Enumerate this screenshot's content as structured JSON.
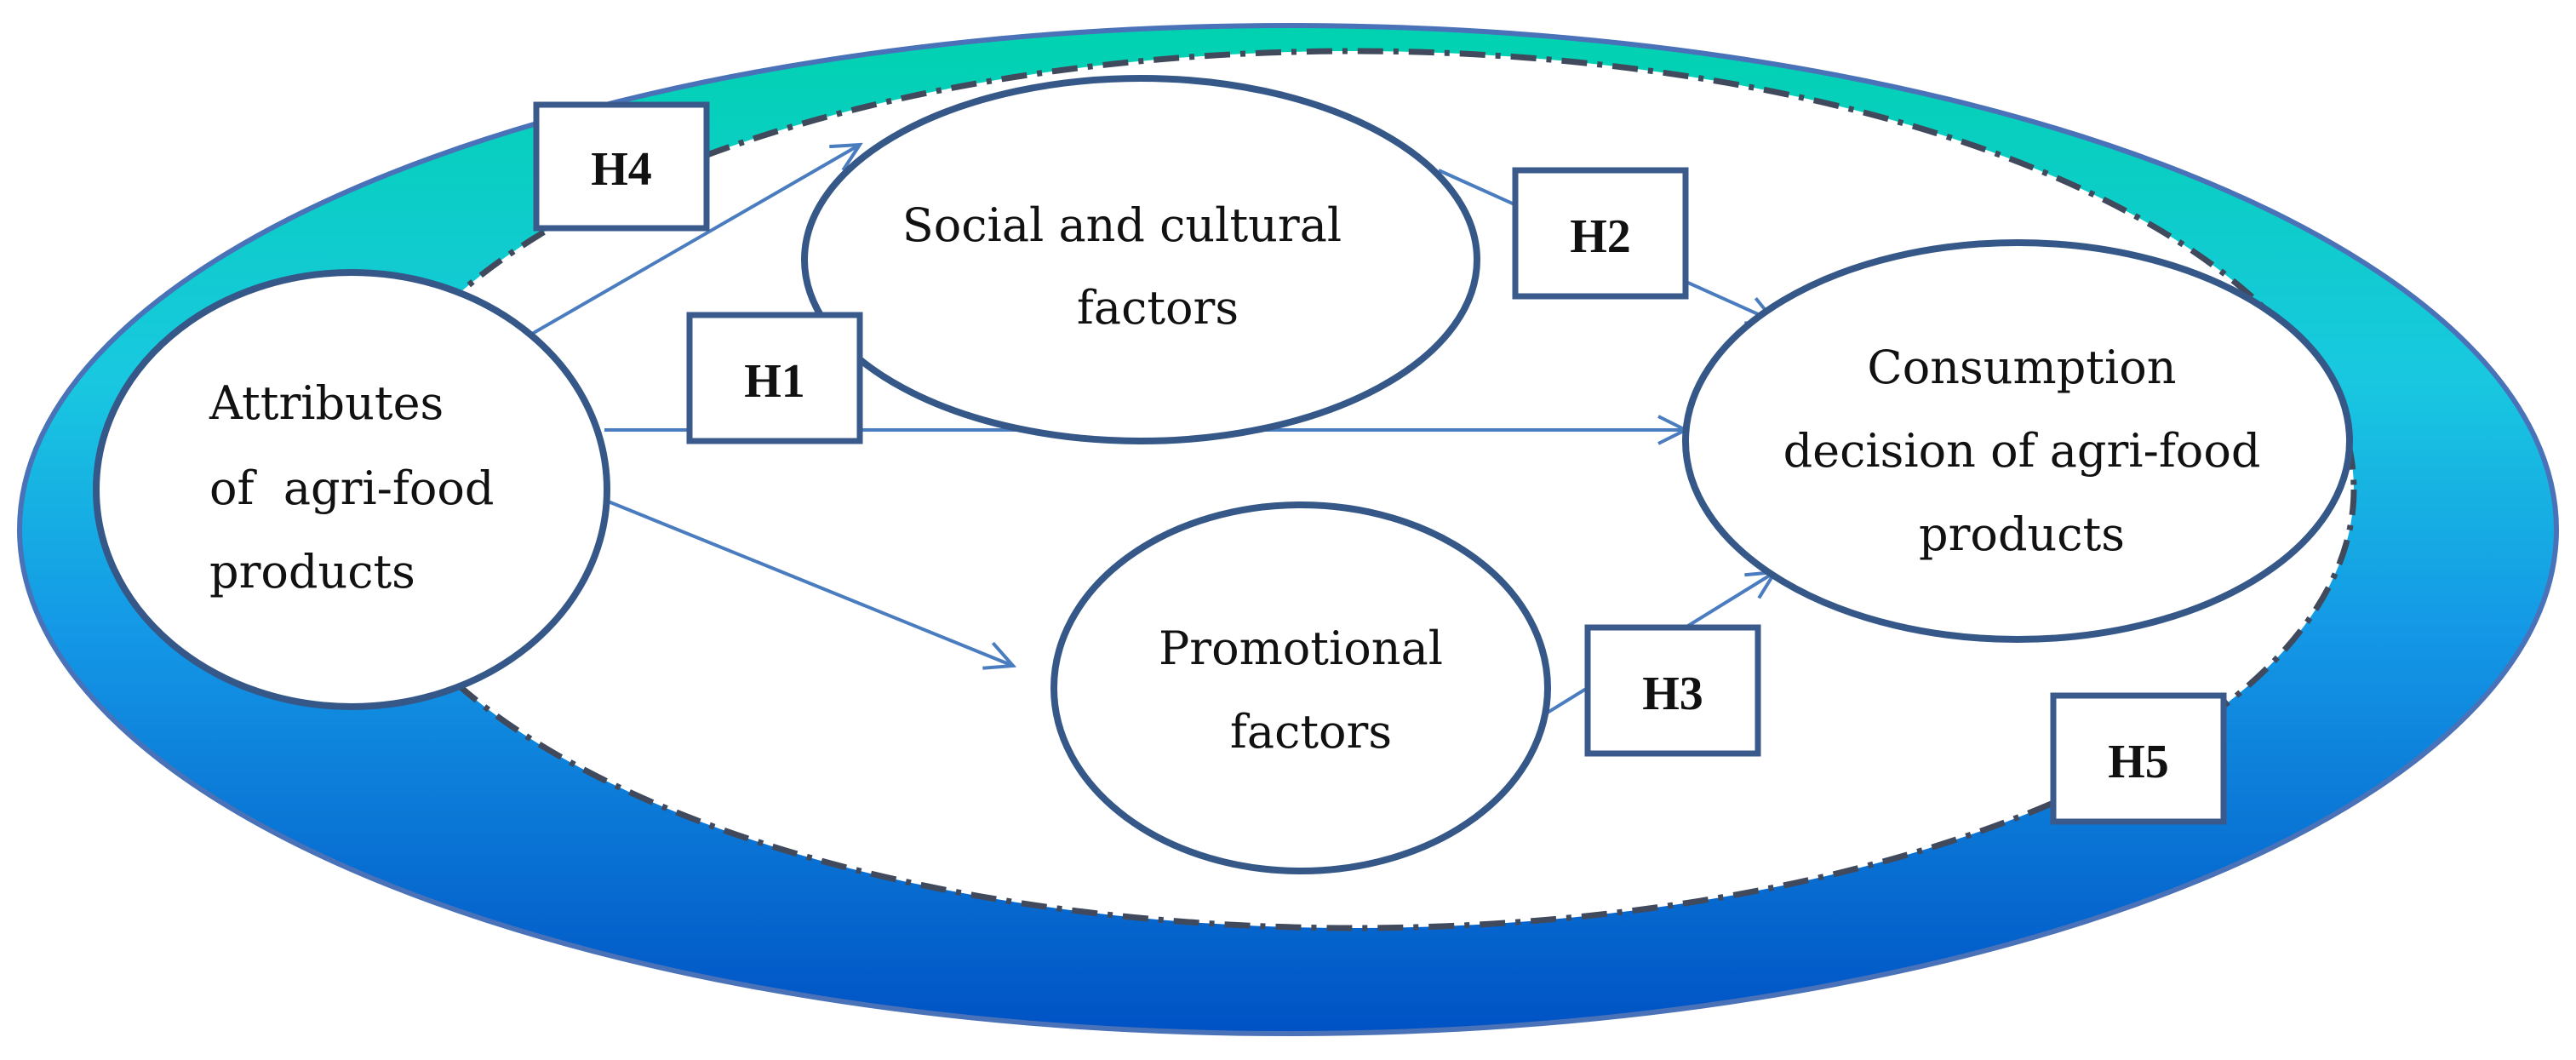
{
  "colors": {
    "outer_top": "#00d2b0",
    "outer_mid": "#19a9e8",
    "outer_bottom": "#0055c8",
    "outer_stroke": "#4a72b8",
    "node_stroke": "#355888",
    "arrow": "#4a7cc0",
    "dashed_boundary": "#404a5c"
  },
  "nodes": {
    "attributes": {
      "lines": [
        "Attributes",
        "of  agri-food",
        "products"
      ]
    },
    "social": {
      "lines": [
        "Social and cultural",
        "factors"
      ]
    },
    "promotional": {
      "lines": [
        "Promotional",
        "factors"
      ]
    },
    "consumption": {
      "lines": [
        "Consumption",
        "decision of agri-food",
        "products"
      ]
    }
  },
  "hypotheses": {
    "h1": "H1",
    "h2": "H2",
    "h3": "H3",
    "h4": "H4",
    "h5": "H5"
  }
}
